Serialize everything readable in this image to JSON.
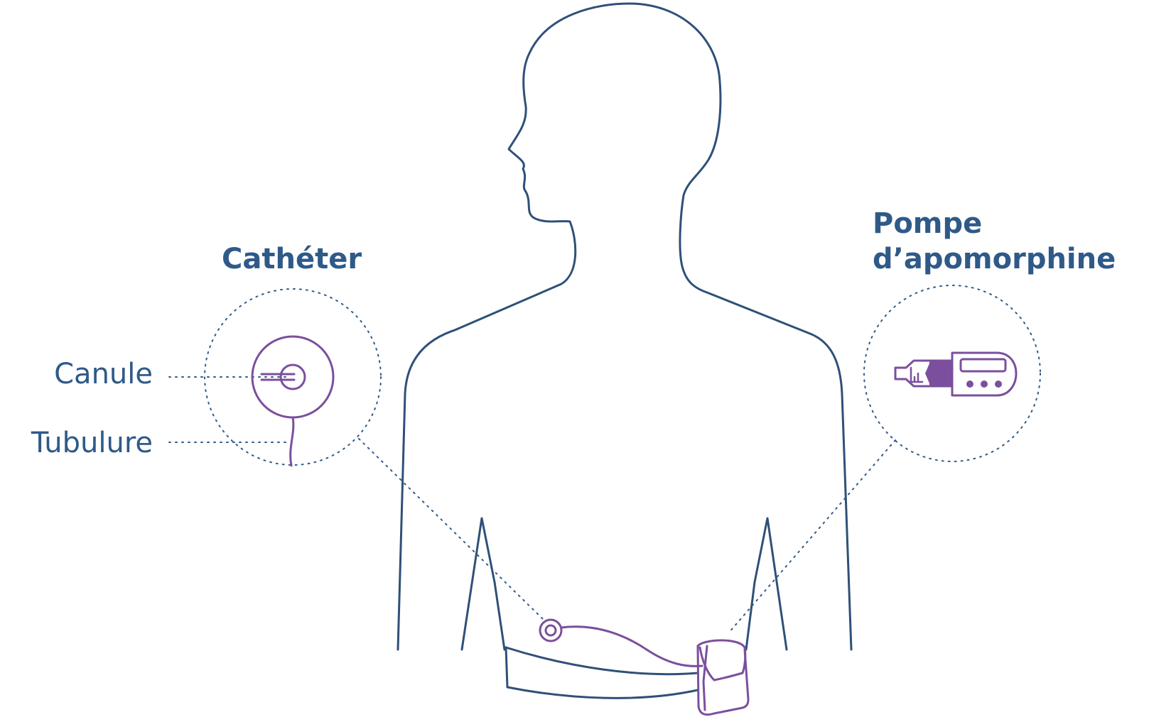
{
  "labels": {
    "catheter": "Cathéter",
    "pump_line1": "Pompe",
    "pump_line2": "d’apomorphine",
    "cannula": "Canule",
    "tubing": "Tubulure"
  },
  "colors": {
    "body_outline": "#2f5079",
    "device_purple": "#7b4f9d",
    "label_blue": "#2f5a88",
    "dotted": "#2f5a88",
    "background": "#ffffff"
  },
  "icons": {
    "catheter": "catheter-icon",
    "pump": "apomorphine-pump-icon",
    "body": "human-torso-outline"
  }
}
